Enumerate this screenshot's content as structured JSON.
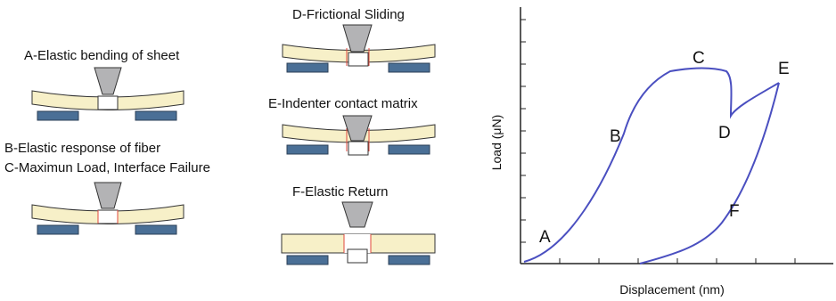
{
  "diagram": {
    "panel_a_label": "A-Elastic bending of sheet",
    "panel_bc_label_1": "B-Elastic response of fiber",
    "panel_bc_label_2": "C-Maximun Load, Interface Failure",
    "panel_d_label": "D-Frictional Sliding",
    "panel_e_label": "E-Indenter contact matrix",
    "panel_f_label": "F-Elastic Return"
  },
  "plot": {
    "xlabel": "Displacement (nm)",
    "ylabel": "Load (μN)",
    "points": [
      {
        "key": "A",
        "label": "A"
      },
      {
        "key": "B",
        "label": "B"
      },
      {
        "key": "C",
        "label": "C"
      },
      {
        "key": "D",
        "label": "D"
      },
      {
        "key": "E",
        "label": "E"
      },
      {
        "key": "F",
        "label": "F"
      }
    ]
  },
  "colors": {
    "sheet": "#f7f0c8",
    "support": "#4a6f96",
    "indenter": "#b3b3b5",
    "curve": "#4a4fc0",
    "interface": "#e0483c"
  }
}
